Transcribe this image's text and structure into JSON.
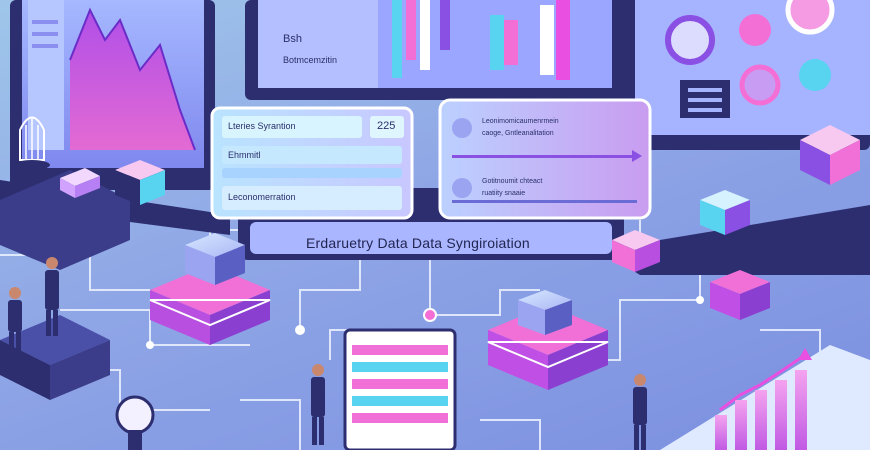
{
  "banner": {
    "title": "Erdaruetry Data Data Syngiroiation"
  },
  "top_screen": {
    "line1": "Bsh",
    "line2": "Botmcemzitin"
  },
  "left_panel": {
    "row1_label": "Lteries Syrantion",
    "row1_value": "225",
    "row2_label": "Ehmmitl",
    "row3_label": "Leconomerration"
  },
  "right_panel": {
    "row1_line1": "Leonimomicaumenrmein",
    "row1_line2": "caoge, Gntleanalitation",
    "row2_line1": "Gotitnoumit chteact",
    "row2_line2": "ruatiity snaaie"
  },
  "colors": {
    "accent_magenta": "#e24fd8",
    "accent_purple": "#8a4fe3",
    "accent_cyan": "#58d3f0",
    "dark_navy": "#2b2f6e",
    "panel_light": "#c9d8ff"
  }
}
